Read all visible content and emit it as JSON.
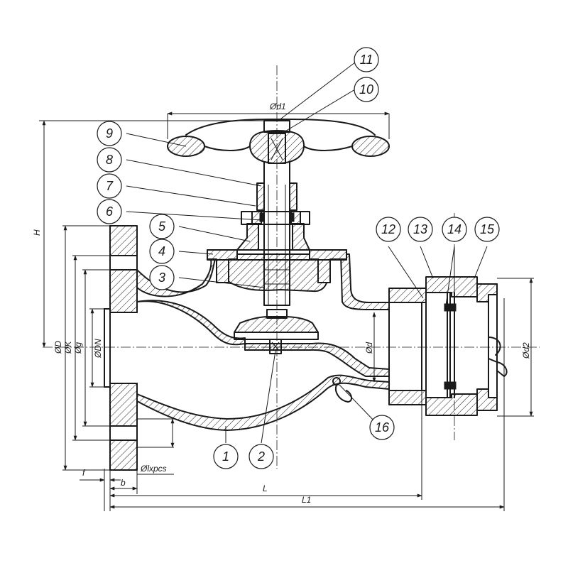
{
  "title": "",
  "dimension_labels": {
    "d1": "Ød1",
    "H": "H",
    "D": "ØD",
    "K": "ØK",
    "g": "Øg",
    "DN": "ØDN",
    "d": "Ød",
    "d2": "Ød2",
    "f": "f",
    "b": "b",
    "holes": "Ølxpcs",
    "L": "L",
    "L1": "L1"
  },
  "part_numbers": [
    "1",
    "2",
    "3",
    "4",
    "5",
    "6",
    "7",
    "8",
    "9",
    "10",
    "11",
    "12",
    "13",
    "14",
    "15",
    "16"
  ]
}
